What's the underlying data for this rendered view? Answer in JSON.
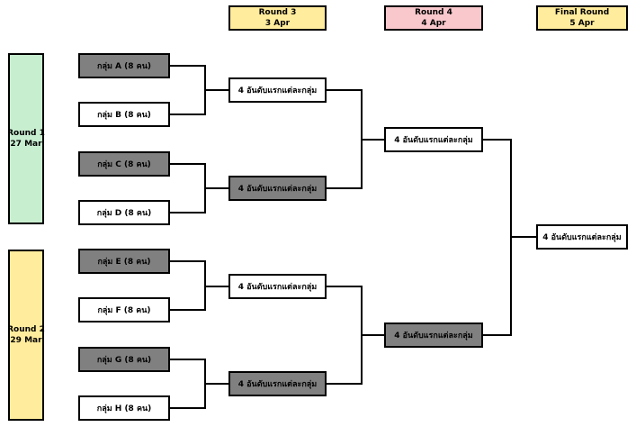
{
  "headers": {
    "round3": {
      "title": "Round 3",
      "date": "3 Apr"
    },
    "round4": {
      "title": "Round 4",
      "date": "4 Apr"
    },
    "final": {
      "title": "Final Round",
      "date": "5 Apr"
    }
  },
  "side_rounds": {
    "round1": {
      "title": "Round 1",
      "date": "27 Mar"
    },
    "round2": {
      "title": "Round 2",
      "date": "29 Mar"
    }
  },
  "groups": [
    "กลุ่ม  A (8 คน)",
    "กลุ่ม  B (8 คน)",
    "กลุ่ม  C (8 คน)",
    "กลุ่ม  D (8 คน)",
    "กลุ่ม  E (8 คน)",
    "กลุ่ม  F (8 คน)",
    "กลุ่ม  G (8 คน)",
    "กลุ่ม  H (8 คน)"
  ],
  "qualifier_label": "4 อันดับแรกแต่ละกลุ่ม",
  "colors": {
    "dark_box": "#808080",
    "yellow": "#ffec9c",
    "pink": "#f8c8cc",
    "green": "#c8eed0"
  }
}
